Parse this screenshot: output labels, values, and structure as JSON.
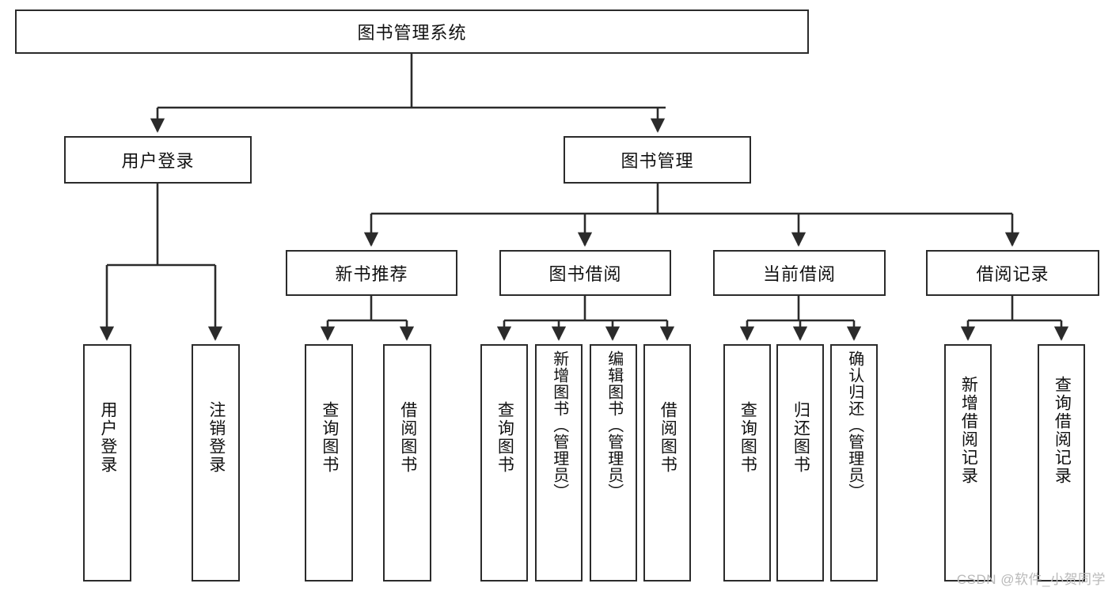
{
  "diagram": {
    "title": "图书管理系统",
    "watermark": "CSDN @软件_小贺同学",
    "line_color": "#2b2b2b",
    "background": "#ffffff",
    "text_color": "#111111",
    "levels": {
      "root": {
        "label": "图书管理系统"
      },
      "level2": [
        {
          "label": "用户登录"
        },
        {
          "label": "图书管理"
        }
      ],
      "level3": [
        {
          "label": "新书推荐"
        },
        {
          "label": "图书借阅"
        },
        {
          "label": "当前借阅"
        },
        {
          "label": "借阅记录"
        }
      ],
      "leaves": {
        "user_login": [
          {
            "label": "用户登录"
          },
          {
            "label": "注销登录"
          }
        ],
        "new_book_recommend": [
          {
            "label": "查询图书"
          },
          {
            "label": "借阅图书"
          }
        ],
        "book_borrow": [
          {
            "label": "查询图书"
          },
          {
            "label": "新增图书（管理员）"
          },
          {
            "label": "编辑图书（管理员）"
          },
          {
            "label": "借阅图书"
          }
        ],
        "current_borrow": [
          {
            "label": "查询图书"
          },
          {
            "label": "归还图书"
          },
          {
            "label": "确认归还（管理员）"
          }
        ],
        "borrow_record": [
          {
            "label": "新增借阅记录"
          },
          {
            "label": "查询借阅记录"
          }
        ]
      }
    }
  }
}
